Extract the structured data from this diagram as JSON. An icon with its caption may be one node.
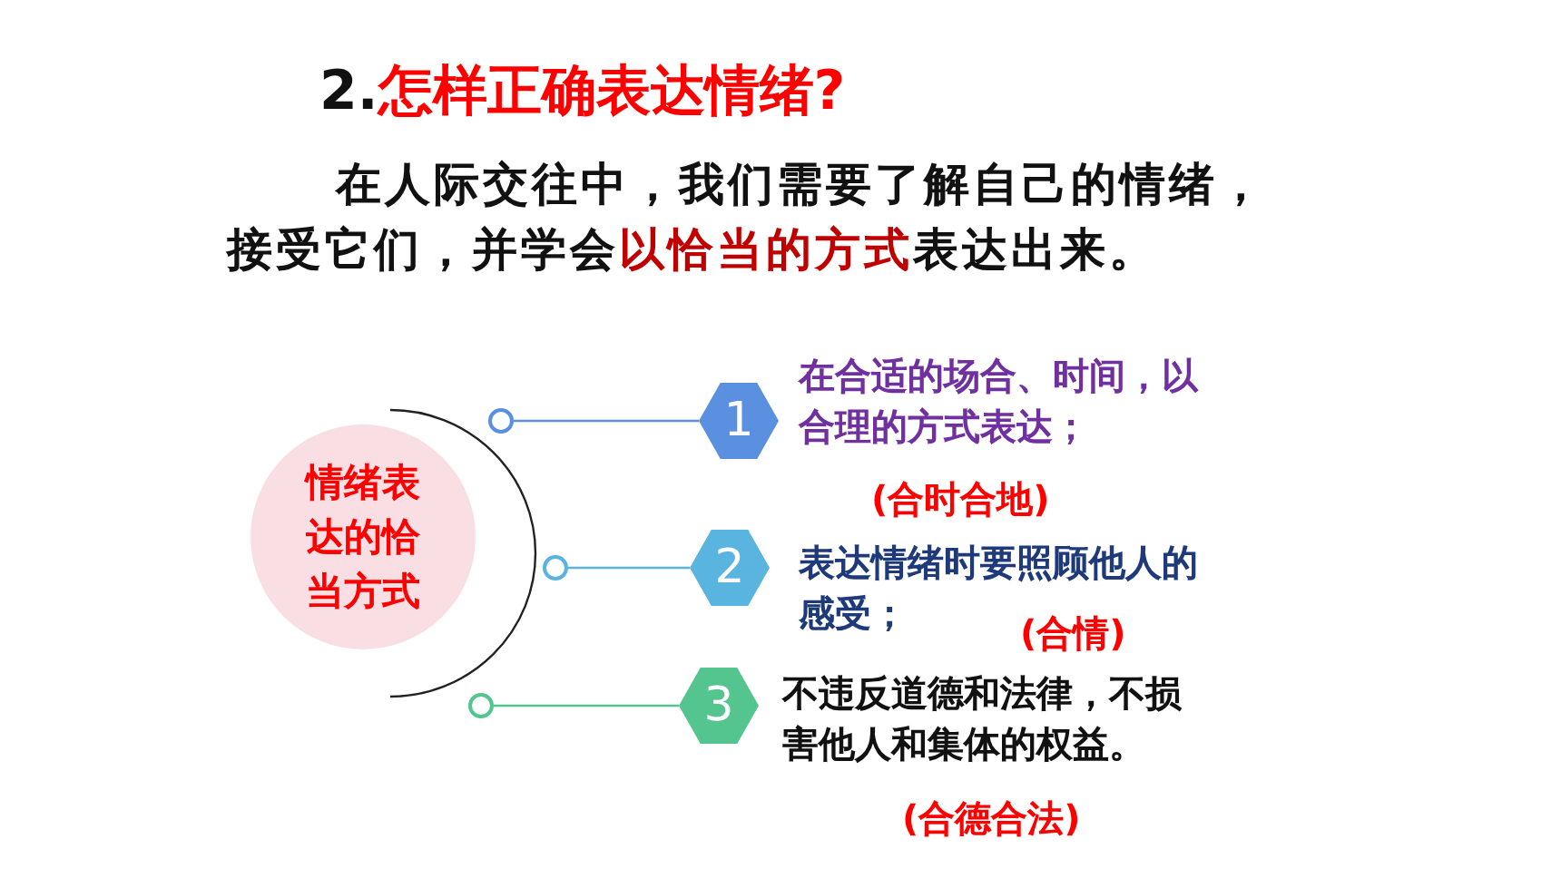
{
  "diagram": {
    "title": "2.**怎样正确表达情绪?**",
    "nodes": [
      {
        "text": [
          "情绪表达的恰当方式"
        ]
      },
      {
        "text": [],
        "shape": "circle"
      },
      {
        "text": [
          "1"
        ],
        "beside": [
          "在合适的场合、时间，以合理的方式表达；",
          "(合时合地)"
        ]
      },
      {
        "text": [],
        "shape": "circle"
      },
      {
        "text": [
          "2"
        ],
        "beside": [
          "表达情绪时要照顾他人的感受；",
          "(合情)"
        ]
      },
      {
        "text": [],
        "shape": "circle"
      },
      {
        "text": [
          "3"
        ],
        "beside": [
          "不违反道德和法律，不损害他人和集体的权益。",
          "(合德合法)"
        ]
      }
    ],
    "edges": [
      {
        "from": 1,
        "to": 2,
        "arrow": "none",
        "color": "#5b8fe0"
      },
      {
        "from": 3,
        "to": 4,
        "arrow": "none",
        "color": "#5ab4e0"
      },
      {
        "from": 5,
        "to": 6,
        "arrow": "none",
        "color": "#55c58f"
      }
    ],
    "labels": [
      "在人际交往中，我们需要了解自己的情绪，接受它们，并学会**以恰当的方式**表达出来。"
    ]
  }
}
